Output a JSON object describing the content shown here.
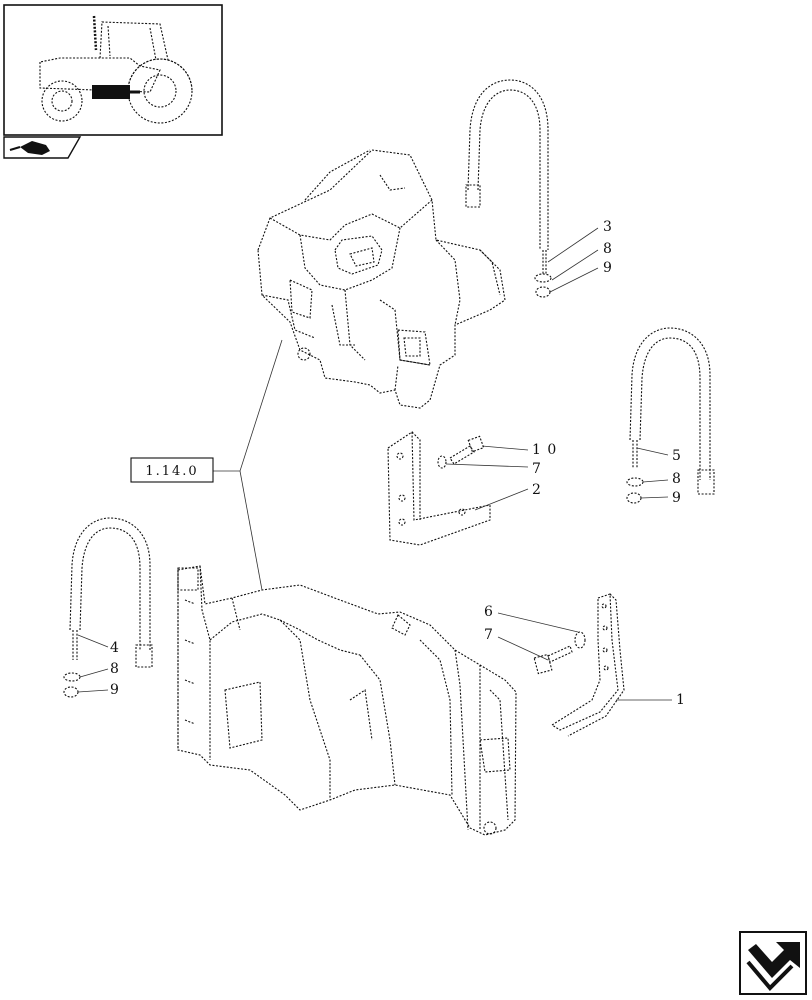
{
  "reference_box": {
    "label": "1.14.0"
  },
  "callouts": [
    {
      "id": "c3",
      "text": "3"
    },
    {
      "id": "c8a",
      "text": "8"
    },
    {
      "id": "c9a",
      "text": "9"
    },
    {
      "id": "c10",
      "text": "1 0"
    },
    {
      "id": "c7a",
      "text": "7"
    },
    {
      "id": "c2",
      "text": "2"
    },
    {
      "id": "c5",
      "text": "5"
    },
    {
      "id": "c8b",
      "text": "8"
    },
    {
      "id": "c9b",
      "text": "9"
    },
    {
      "id": "c6",
      "text": "6"
    },
    {
      "id": "c7b",
      "text": "7"
    },
    {
      "id": "c1",
      "text": "1"
    },
    {
      "id": "c4",
      "text": "4"
    },
    {
      "id": "c8c",
      "text": "8"
    },
    {
      "id": "c9c",
      "text": "9"
    }
  ],
  "icons": {
    "thumbnail": "tractor-thumbnail-icon",
    "section": "section-tank-icon",
    "nav": "next-page-arrow-icon"
  }
}
